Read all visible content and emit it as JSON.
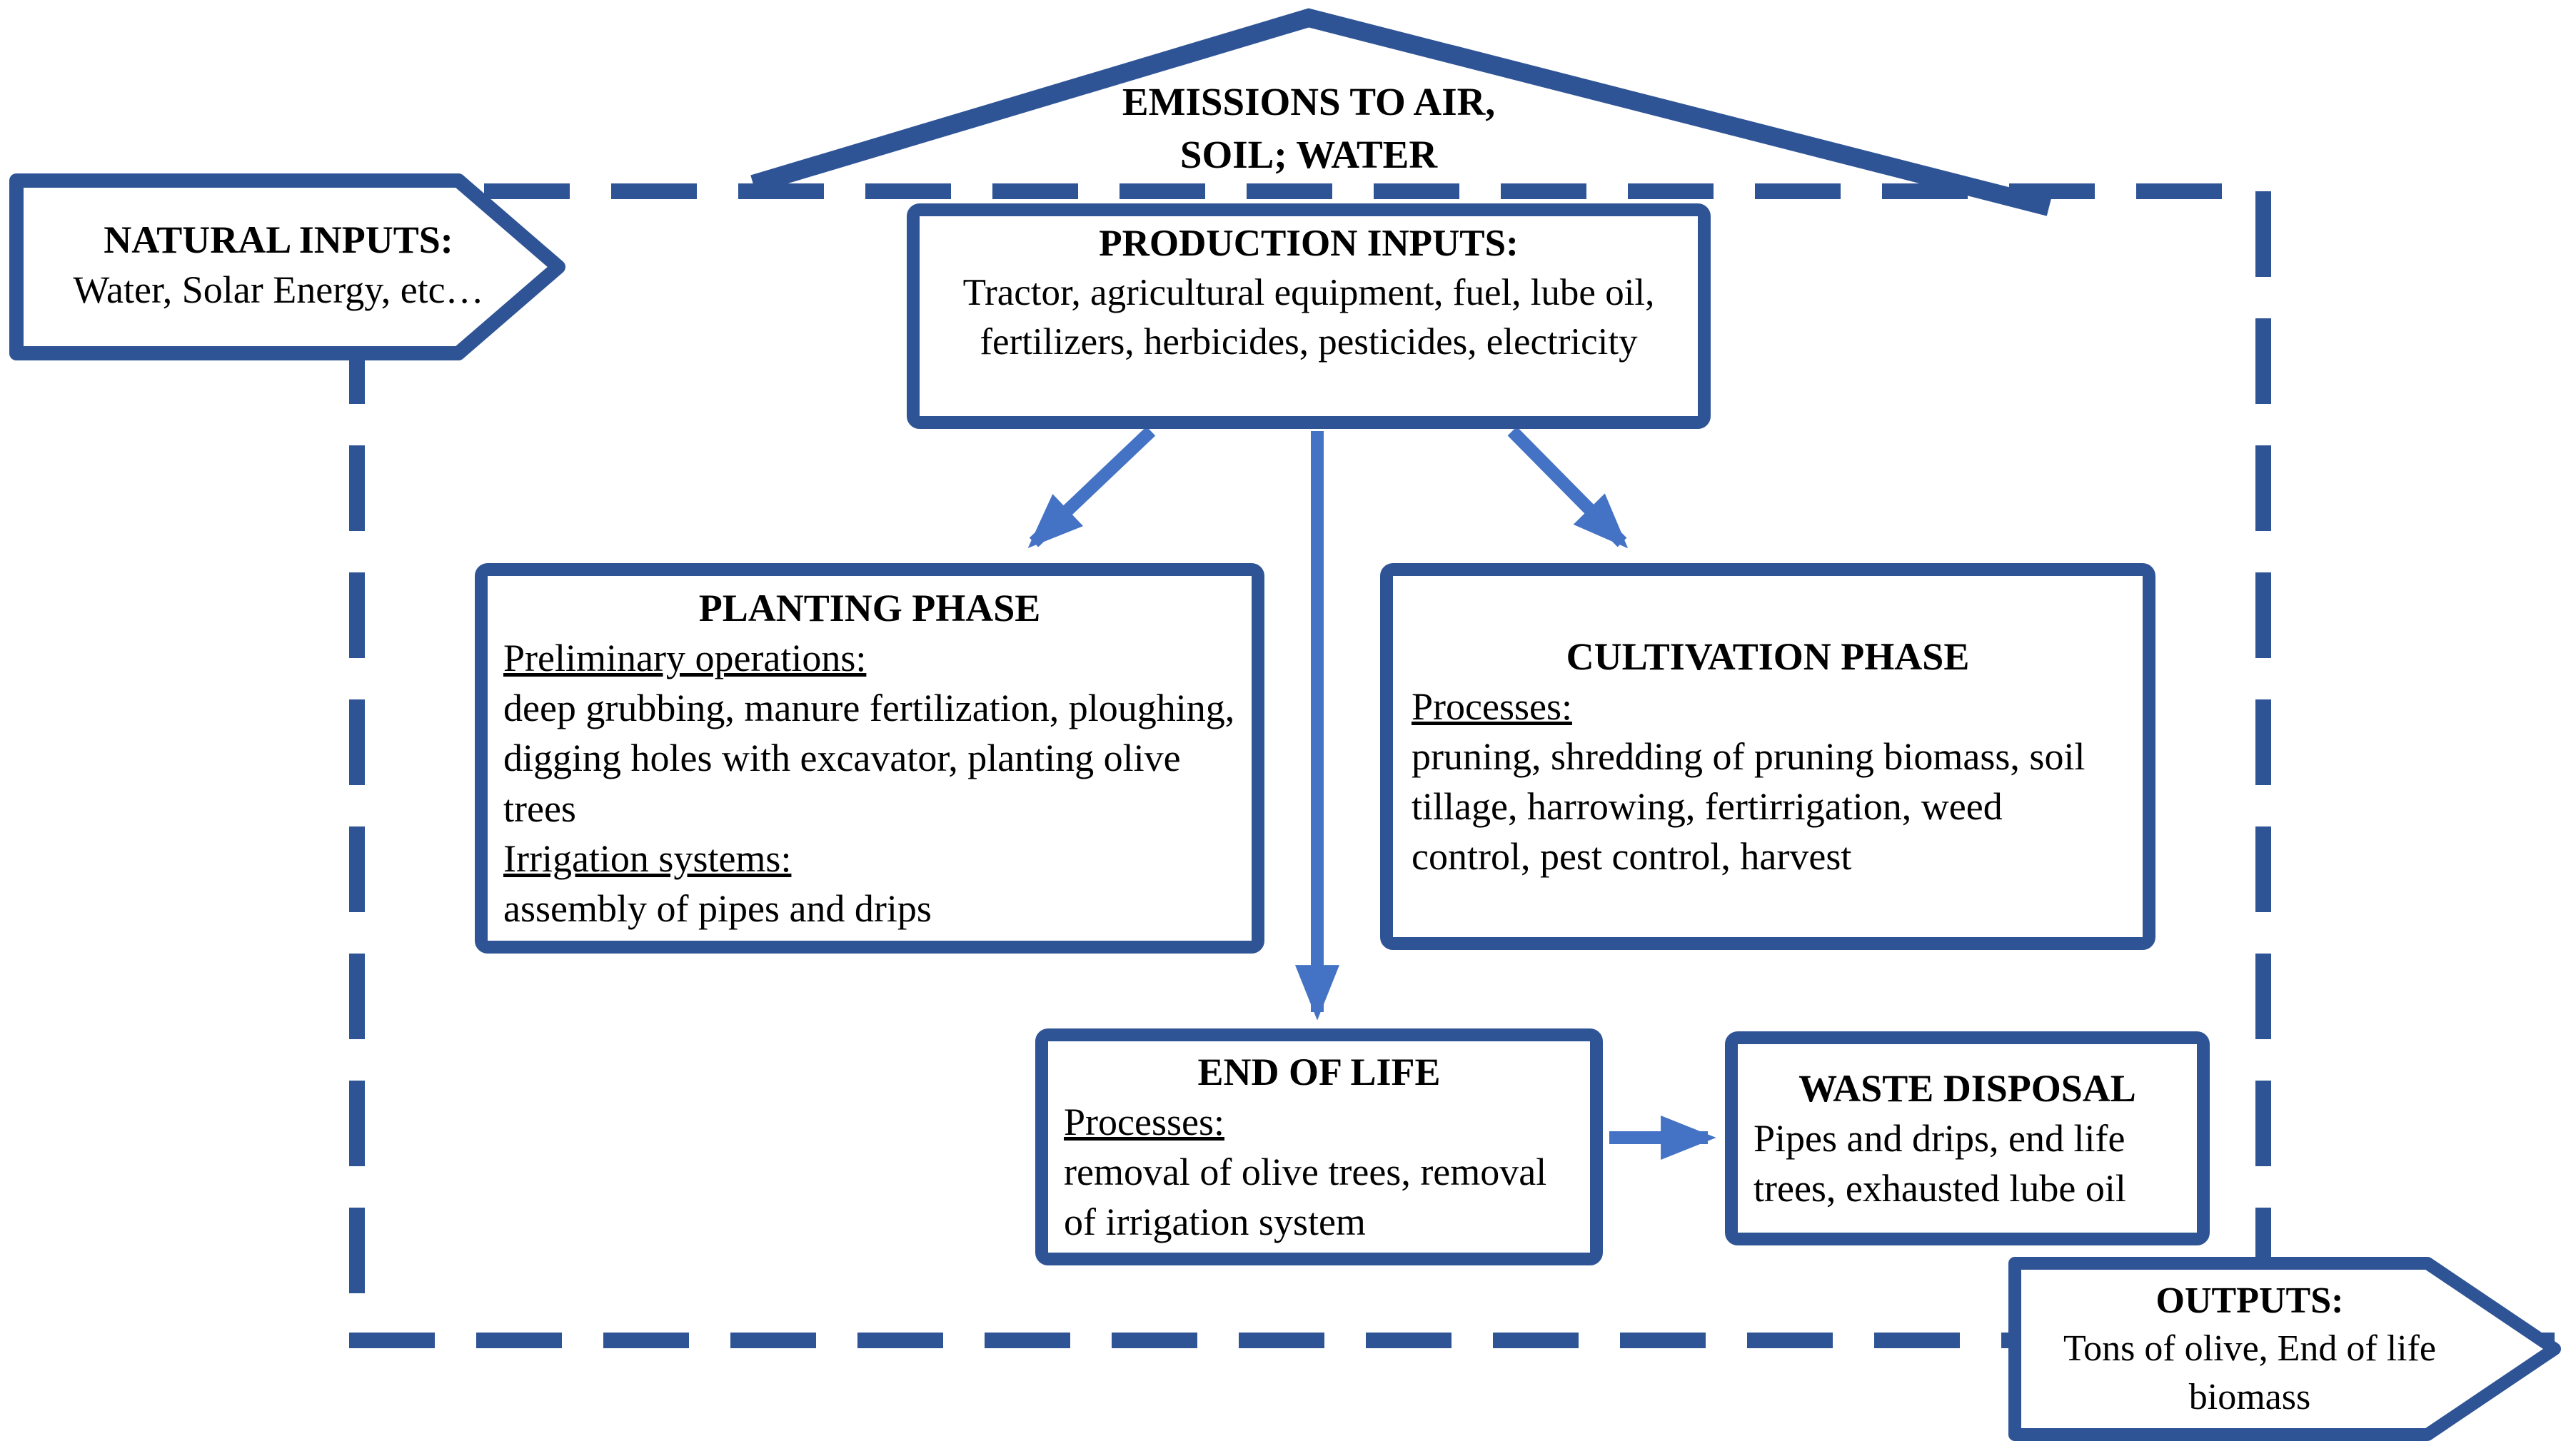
{
  "colors": {
    "dark_blue": "#2F5496",
    "light_blue": "#4472C4",
    "text_black": "#000000",
    "background": "#FFFFFF"
  },
  "emissions_banner": {
    "line1": "EMISSIONS TO AIR,",
    "line2": "SOIL; WATER"
  },
  "natural_inputs": {
    "title": "NATURAL INPUTS:",
    "body": "Water, Solar Energy, etc…"
  },
  "production_inputs": {
    "title": "PRODUCTION INPUTS:",
    "body": "Tractor, agricultural equipment, fuel, lube oil, fertilizers, herbicides, pesticides, electricity"
  },
  "planting_phase": {
    "title": "PLANTING PHASE",
    "sections": [
      {
        "heading": "Preliminary operations:",
        "body": "deep grubbing, manure fertilization, ploughing, digging holes with excavator, planting olive trees"
      },
      {
        "heading": "Irrigation systems:",
        "body": "assembly of pipes and drips"
      }
    ]
  },
  "cultivation_phase": {
    "title": "CULTIVATION PHASE",
    "heading": "Processes:",
    "body": "pruning, shredding of pruning biomass, soil tillage, harrowing, fertirrigation, weed control, pest control, harvest"
  },
  "end_of_life": {
    "title": "END OF LIFE",
    "heading": "Processes:",
    "body": "removal of olive trees, removal of irrigation system"
  },
  "waste_disposal": {
    "title": "WASTE DISPOSAL",
    "body": "Pipes and drips, end life trees, exhausted lube oil"
  },
  "outputs": {
    "title": "OUTPUTS:",
    "body": "Tons of olive, End of life biomass"
  }
}
